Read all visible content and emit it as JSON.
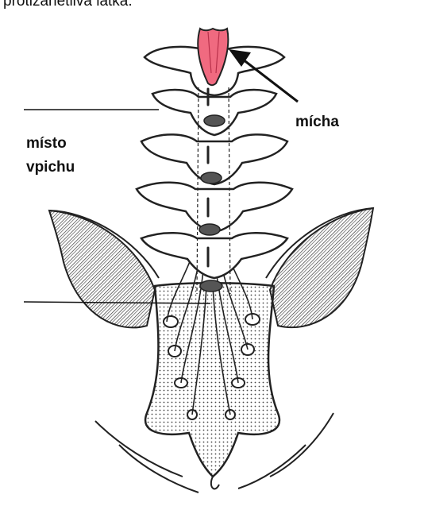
{
  "caption": "protizánětlivá látka.",
  "labels": {
    "spinal_cord": "mícha",
    "injection_site_line1": "místo",
    "injection_site_line2": "vpichu"
  },
  "colors": {
    "spinal_cord_fill": "#f06a80",
    "bone_outline": "#222222",
    "disc_fill": "#555555",
    "background": "#ffffff"
  }
}
